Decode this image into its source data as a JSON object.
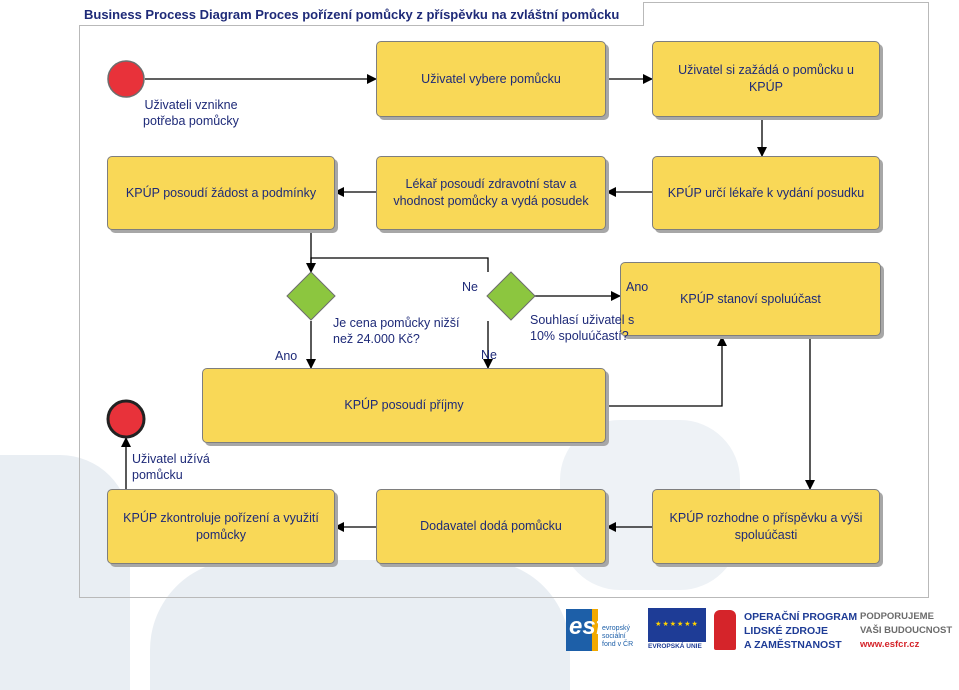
{
  "diagram": {
    "title": "Business Process Diagram Proces pořízení pomůcky z příspěvku na zvláštní pomůcku",
    "start_event_label": "Uživateli vznikne potřeba pomůcky",
    "end_event_label": "Uživatel užívá pomůcku",
    "tasks": {
      "t1": "Uživatel vybere pomůcku",
      "t2": "Uživatel si zažádá o pomůcku u KPÚP",
      "t3": "KPÚP určí lékaře k vydání posudku",
      "t4": "Lékař posoudí zdravotní stav a vhodnost pomůcky a vydá posudek",
      "t5": "KPÚP posoudí žádost a podmínky",
      "t6": "KPÚP stanoví spoluúčast",
      "t7": "KPÚP posoudí příjmy",
      "t8": "KPÚP rozhodne o příspěvku a výši spoluúčasti",
      "t9": "Dodavatel dodá pomůcku",
      "t10": "KPÚP zkontroluje pořízení a využití pomůcky"
    },
    "gateway1": {
      "question_line1": "Je cena pomůcky nižší",
      "question_line2": "než 24.000 Kč?",
      "yes_label": "Ano",
      "no_label": "Ne"
    },
    "gateway2": {
      "question_line1": "Souhlasí uživatel s",
      "question_line2": "10% spoluúčastí?",
      "yes_label": "Ano",
      "no_label": "Ne"
    },
    "colors": {
      "task_fill": "#f9d857",
      "gateway_fill": "#8cc63f",
      "event_fill": "#e8323a",
      "text": "#1e2a78"
    }
  },
  "footer": {
    "esf_logo_text": "esf",
    "esf_sub_line1": "evropský",
    "esf_sub_line2": "sociální",
    "esf_sub_line3": "fond v ČR",
    "eu_label": "EVROPSKÁ UNIE",
    "op_line1": "OPERAČNÍ PROGRAM",
    "op_line2": "LIDSKÉ ZDROJE",
    "op_line3": "A ZAMĚSTNANOST",
    "support_line1": "PODPORUJEME",
    "support_line2": "VAŠI BUDOUCNOST",
    "support_url": "www.esfcr.cz"
  }
}
